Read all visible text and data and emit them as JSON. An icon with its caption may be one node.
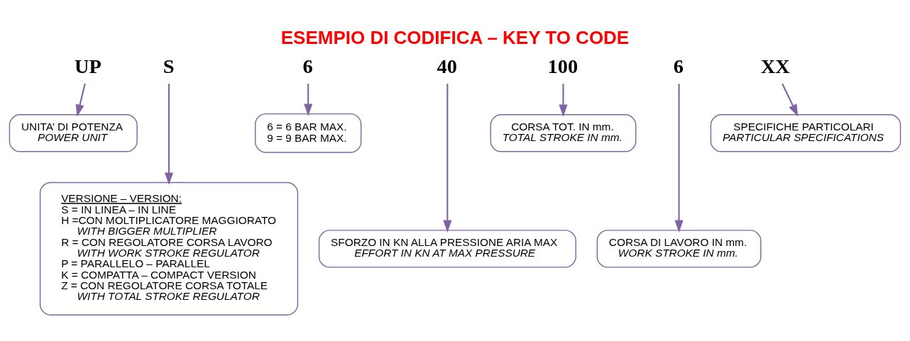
{
  "diagram": {
    "title": "ESEMPIO DI CODIFICA – KEY TO CODE",
    "nodes": [
      {
        "text": [
          "UP"
        ]
      },
      {
        "text": [
          "S"
        ]
      },
      {
        "text": [
          "6"
        ]
      },
      {
        "text": [
          "40"
        ]
      },
      {
        "text": [
          "100"
        ]
      },
      {
        "text": [
          "6"
        ]
      },
      {
        "text": [
          "XX"
        ]
      },
      {
        "text": [
          "UNITA’ DI POTENZA",
          "POWER UNIT"
        ]
      },
      {
        "text": [
          "6 = 6 BAR MAX.",
          "9 = 9 BAR MAX."
        ]
      },
      {
        "text": [
          "CORSA TOT. IN mm.",
          "TOTAL STROKE IN mm."
        ]
      },
      {
        "text": [
          "SPECIFICHE PARTICOLARI",
          "PARTICULAR SPECIFICATIONS"
        ]
      },
      {
        "text": [
          "VERSIONE – VERSION:",
          "S = IN LINEA – IN LINE",
          "H =CON MOLTIPLICATORE MAGGIORATO",
          "WITH BIGGER MULTIPLIER",
          "R = CON REGOLATORE CORSA LAVORO",
          "WITH WORK STROKE REGULATOR",
          "P = PARALLELO – PARALLEL",
          "K = COMPATTA – COMPACT VERSION",
          "Z = CON REGOLATORE CORSA TOTALE",
          "WITH TOTAL STROKE REGULATOR"
        ]
      },
      {
        "text": [
          "SFORZO IN KN ALLA PRESSIONE ARIA MAX",
          "EFFORT IN KN AT MAX PRESSURE"
        ]
      },
      {
        "text": [
          "CORSA DI LAVORO IN mm.",
          "WORK STROKE IN mm."
        ]
      }
    ],
    "edges": [
      {
        "from": 0,
        "to": 7,
        "arrow": "to"
      },
      {
        "from": 1,
        "to": 11,
        "arrow": "to"
      },
      {
        "from": 2,
        "to": 8,
        "arrow": "to"
      },
      {
        "from": 3,
        "to": 12,
        "arrow": "to"
      },
      {
        "from": 4,
        "to": 9,
        "arrow": "to"
      },
      {
        "from": 5,
        "to": 13,
        "arrow": "to"
      },
      {
        "from": 6,
        "to": 10,
        "arrow": "to"
      }
    ]
  }
}
